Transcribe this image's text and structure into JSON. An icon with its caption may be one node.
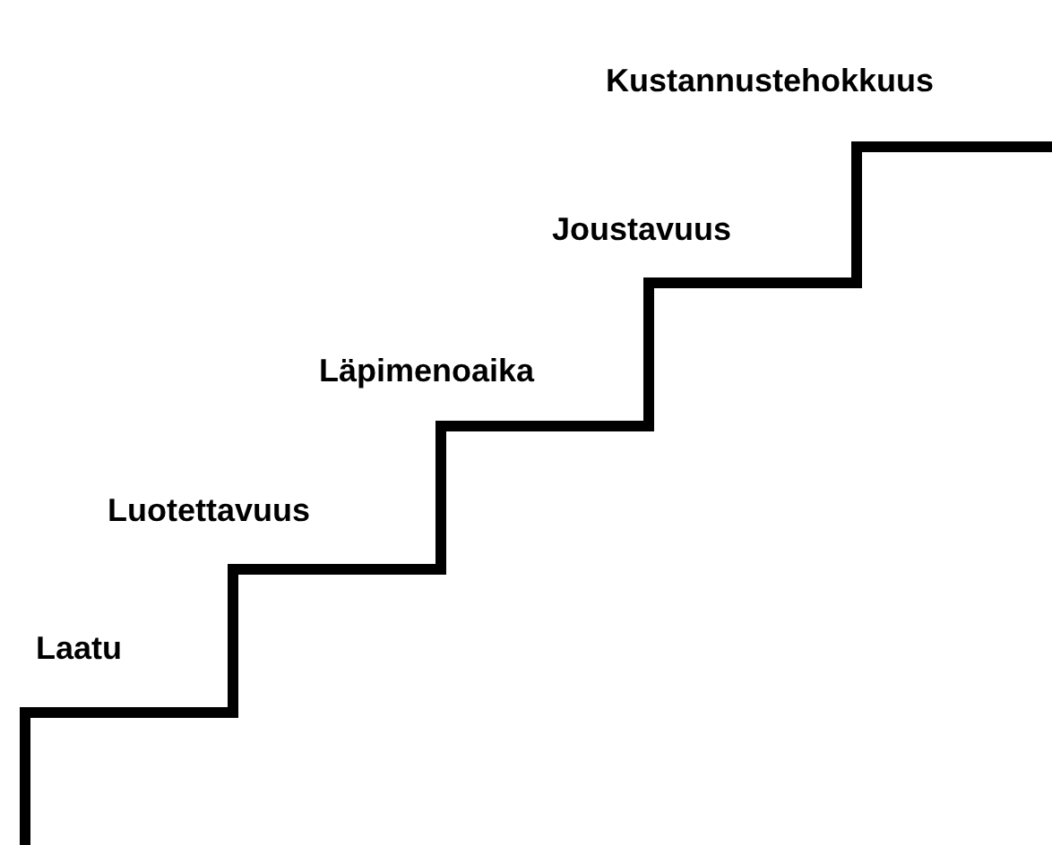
{
  "diagram": {
    "labels": [
      "Laatu",
      "Luotettavuus",
      "Läpimenoaika",
      "Joustavuus",
      "Kustannustehokkuus"
    ]
  }
}
